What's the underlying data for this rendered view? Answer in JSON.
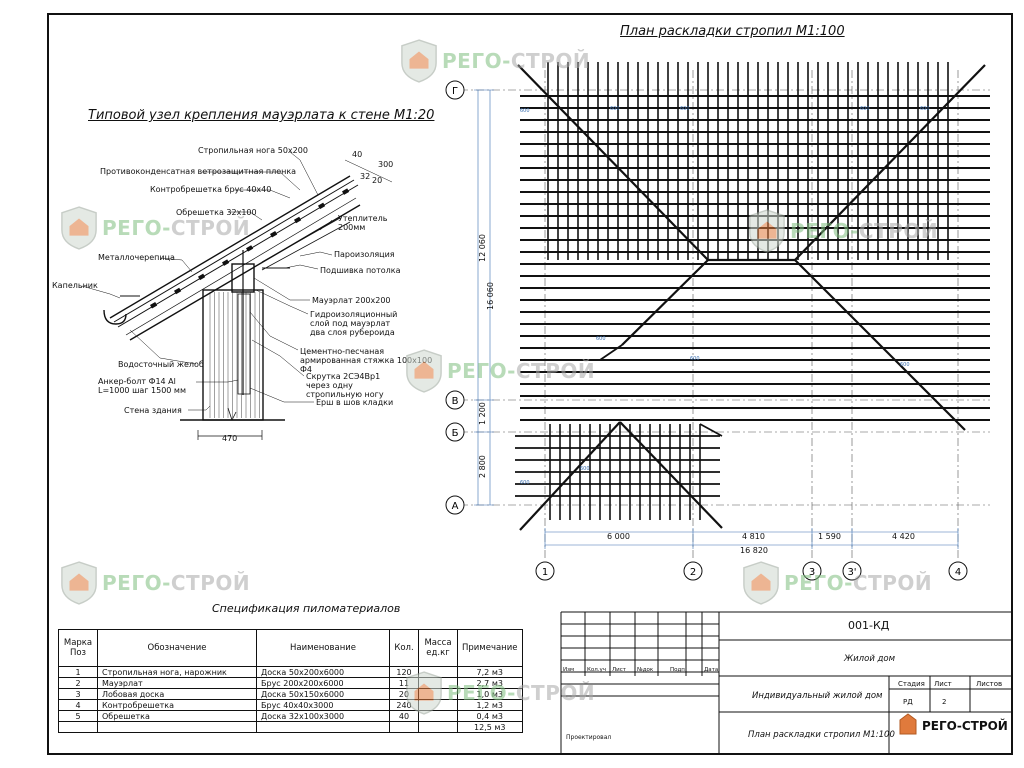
{
  "titles": {
    "node_title": "Типовой узел крепления мауэрлата к стене М1:20",
    "plan_title": "План раскладки стропил М1:100",
    "spec_title": "Спецификация пиломатериалов"
  },
  "watermark": {
    "part_a": "РЕГО-",
    "part_b": "СТРОЙ"
  },
  "node_labels": [
    "Стропильная нога 50х200",
    "Противоконденсатная ветрозащитная пленка",
    "Контробрешетка брус 40х40",
    "Обрешетка 32х100",
    "Металлочерепица",
    "Капельник",
    "Утеплитель 200мм",
    "Пароизоляция",
    "Подшивка потолка",
    "Мауэрлат 200х200",
    "Гидроизоляционный слой под мауэрлат два слоя рубероида",
    "Цементно-песчаная армированная стяжка 100х100 Ф4",
    "Скрутка 2СЭ4Вр1 через одну стропильную ногу",
    "Водосточный желоб",
    "Анкер-болт Ф14 Al L=1000 шаг 1500 мм",
    "Ерш в шов кладки",
    "Стена здания"
  ],
  "node_dims": {
    "width": "470",
    "d1": "300",
    "d2": "40",
    "d3": "20",
    "d4": "32"
  },
  "plan": {
    "axes_rows": [
      "Г",
      "В",
      "Б",
      "А"
    ],
    "axes_cols": [
      "1",
      "2",
      "3",
      "3'",
      "4"
    ],
    "dims_bottom": [
      "6 000",
      "4 810",
      "1 590",
      "4 420"
    ],
    "dim_total": "16 820",
    "dims_left": [
      "12 060",
      "1 200",
      "2 800"
    ],
    "dim_left_total": "16 060",
    "rafter_spacing_label": "600"
  },
  "spec": {
    "headers": [
      "Марка Поз",
      "Обозначение",
      "Наименование",
      "Кол.",
      "Масса ед.кг",
      "Примечание"
    ],
    "rows": [
      [
        "1",
        "Стропильная нога, нарожник",
        "Доска 50х200х6000",
        "120",
        "",
        "7,2 м3"
      ],
      [
        "2",
        "Мауэрлат",
        "Брус 200х200х6000",
        "11",
        "",
        "2,7 м3"
      ],
      [
        "3",
        "Лобовая доска",
        "Доска 50х150х6000",
        "20",
        "",
        "1,0 м3"
      ],
      [
        "4",
        "Контробрешетка",
        "Брус 40х40х3000",
        "240",
        "",
        "1,2 м3"
      ],
      [
        "5",
        "Обрешетка",
        "Доска 32х100х3000",
        "40",
        "",
        "0,4 м3"
      ],
      [
        "",
        "",
        "",
        "",
        "",
        "12,5 м3"
      ]
    ]
  },
  "stamp": {
    "code": "001-КД",
    "object": "Жилой дом",
    "building": "Индивидуальный жилой дом",
    "sheet_name": "План раскладки стропил М1:100",
    "col_heads": [
      "Изм",
      "Кол.уч",
      "Лист",
      "№док",
      "Подп",
      "Дата"
    ],
    "stage_head": "Стадия",
    "sheet_head": "Лист",
    "sheets_head": "Листов",
    "stage": "РД",
    "sheet_no": "2",
    "checked": "Проектировал",
    "company": "РЕГО-СТРОЙ"
  },
  "colors": {
    "line": "#111111",
    "dim": "#3a6fb0",
    "wm_green": "#7fbf7f",
    "wm_grey": "#a9a9a9",
    "logo_orange": "#e07a3c"
  }
}
